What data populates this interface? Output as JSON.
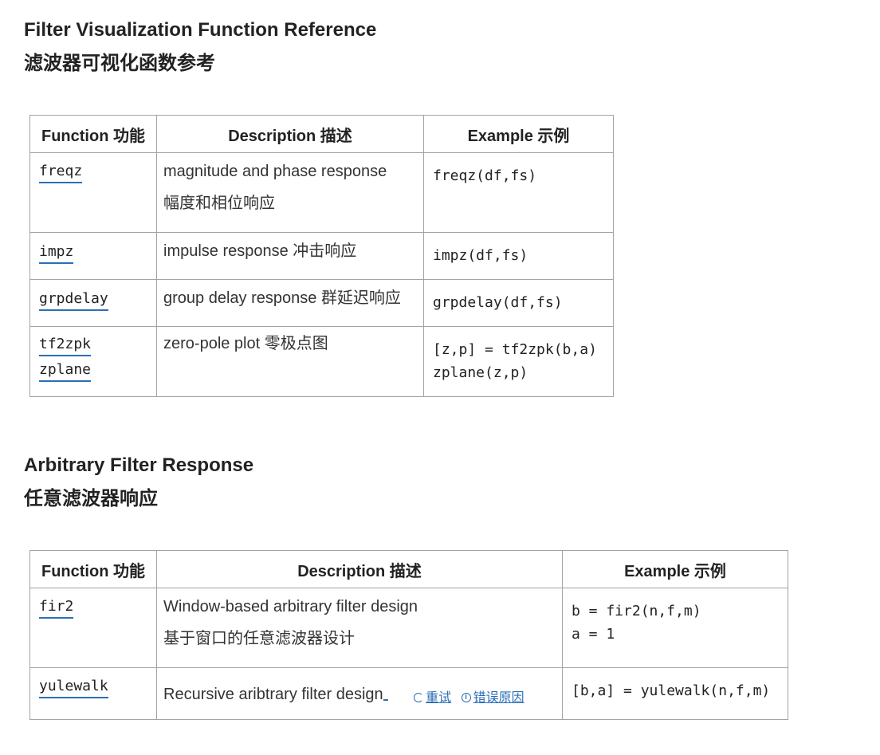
{
  "section1": {
    "title_en": "Filter Visualization Function Reference",
    "title_zh": "滤波器可视化函数参考",
    "headers": [
      "Function  功能",
      "Description  描述",
      "Example  示例"
    ],
    "rows": [
      {
        "fn": [
          "freqz"
        ],
        "desc": [
          "magnitude and phase response",
          "幅度和相位响应"
        ],
        "example": [
          "freqz(df,fs)"
        ]
      },
      {
        "fn": [
          "impz"
        ],
        "desc": [
          "impulse response  冲击响应"
        ],
        "example": [
          "impz(df,fs)"
        ]
      },
      {
        "fn": [
          "grpdelay"
        ],
        "desc": [
          "group delay response  群延迟响应"
        ],
        "example": [
          "grpdelay(df,fs)"
        ]
      },
      {
        "fn": [
          "tf2zpk",
          "zplane"
        ],
        "desc": [
          "zero-pole plot  零极点图"
        ],
        "example": [
          "[z,p] = tf2zpk(b,a)",
          "zplane(z,p)"
        ]
      }
    ]
  },
  "section2": {
    "title_en": "Arbitrary Filter Response",
    "title_zh": "任意滤波器响应",
    "headers": [
      "Function  功能",
      "Description  描述",
      "Example  示例"
    ],
    "rows": [
      {
        "fn": [
          "fir2"
        ],
        "desc": [
          "Window-based arbitrary filter design",
          "基于窗口的任意滤波器设计"
        ],
        "example": [
          "b = fir2(n,f,m)",
          "a = 1"
        ]
      },
      {
        "fn": [
          "yulewalk"
        ],
        "desc": [
          "Recursive aribtrary filter design"
        ],
        "example": [
          "[b,a] = yulewalk(n,f,m)"
        ]
      }
    ]
  },
  "retry": {
    "retry_label": "重试",
    "reason_label": "错误原因"
  },
  "colors": {
    "link_underline": "#2b6fb6",
    "border": "#a3a3a3",
    "text": "#222222"
  }
}
